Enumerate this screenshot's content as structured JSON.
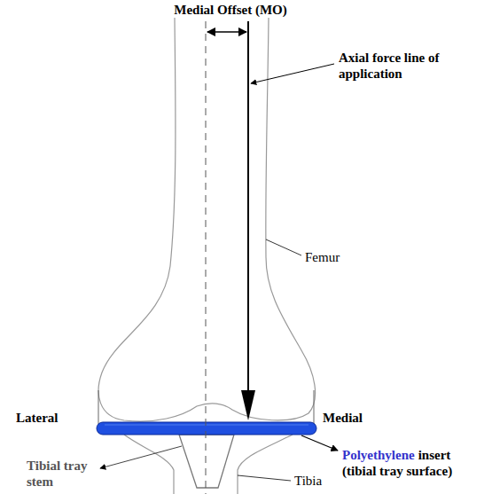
{
  "diagram": {
    "labels": [
      "Medial Offset (MO)",
      "Axial force line of application",
      "Femur",
      "Lateral",
      "Medial",
      "Polyethylene",
      "insert",
      "(tibial tray surface)",
      "Tibial tray stem",
      "Tibia"
    ]
  }
}
